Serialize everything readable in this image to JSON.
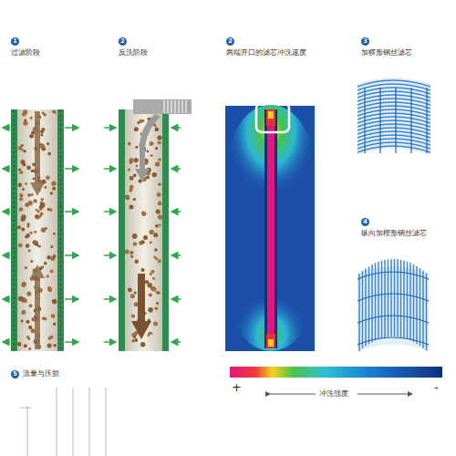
{
  "diagram": {
    "labels": [
      "1",
      "过滤阶段",
      "2",
      "反洗阶段",
      "2",
      "两端开口的滤芯冲洗速度",
      "3",
      "加横形钢丝滤芯",
      "4",
      "纵向加楔形钢丝滤芯",
      "5",
      "流量与压损",
      "+",
      "冲洗强度",
      "-"
    ]
  }
}
